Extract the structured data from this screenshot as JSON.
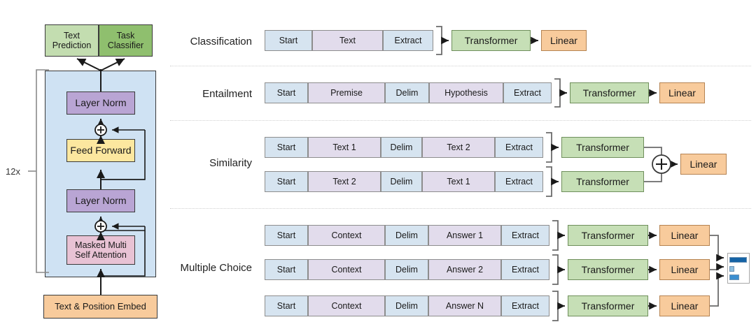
{
  "figure": {
    "left_panel": {
      "heads": [
        {
          "name": "text-prediction",
          "label": "Text\nPrediction",
          "color": "#c3ddb0"
        },
        {
          "name": "task-classifier",
          "label": "Task\nClassifier",
          "color": "#8fbf6e"
        }
      ],
      "repeat_label": "12x",
      "block_background": "#cfe2f3",
      "layers": [
        {
          "name": "layer-norm-top",
          "label": "Layer Norm",
          "color": "#b9a5d4"
        },
        {
          "name": "add-top",
          "label": "+",
          "color": "#ffffff"
        },
        {
          "name": "feed-forward",
          "label": "Feed Forward",
          "color": "#fce79f"
        },
        {
          "name": "layer-norm-bottom",
          "label": "Layer Norm",
          "color": "#b9a5d4"
        },
        {
          "name": "add-bottom",
          "label": "+",
          "color": "#ffffff"
        },
        {
          "name": "masked-attention",
          "label": "Masked Multi\nSelf Attention",
          "color": "#e8c2d4"
        }
      ],
      "embed": {
        "label": "Text & Position Embed",
        "color": "#f8cb9c"
      }
    },
    "common": {
      "transformer_label": "Transformer",
      "linear_label": "Linear",
      "plus_label": "+",
      "token_colors": {
        "delimiter": "#d6e4f0",
        "content": "#e2dcec"
      }
    },
    "tasks": [
      {
        "name": "classification",
        "label": "Classification",
        "rows": [
          {
            "tokens": [
              "Start",
              "Text",
              "Extract"
            ],
            "types": [
              "d",
              "c",
              "d"
            ]
          }
        ],
        "heads": [
          "Transformer",
          "Linear"
        ]
      },
      {
        "name": "entailment",
        "label": "Entailment",
        "rows": [
          {
            "tokens": [
              "Start",
              "Premise",
              "Delim",
              "Hypothesis",
              "Extract"
            ],
            "types": [
              "d",
              "c",
              "d",
              "c",
              "d"
            ]
          }
        ],
        "heads": [
          "Transformer",
          "Linear"
        ]
      },
      {
        "name": "similarity",
        "label": "Similarity",
        "rows": [
          {
            "tokens": [
              "Start",
              "Text 1",
              "Delim",
              "Text 2",
              "Extract"
            ],
            "types": [
              "d",
              "c",
              "d",
              "c",
              "d"
            ]
          },
          {
            "tokens": [
              "Start",
              "Text 2",
              "Delim",
              "Text 1",
              "Extract"
            ],
            "types": [
              "d",
              "c",
              "d",
              "c",
              "d"
            ]
          }
        ],
        "heads": [
          "Transformer",
          "Transformer",
          "+",
          "Linear"
        ]
      },
      {
        "name": "multiple-choice",
        "label": "Multiple Choice",
        "rows": [
          {
            "tokens": [
              "Start",
              "Context",
              "Delim",
              "Answer 1",
              "Extract"
            ],
            "types": [
              "d",
              "c",
              "d",
              "c",
              "d"
            ]
          },
          {
            "tokens": [
              "Start",
              "Context",
              "Delim",
              "Answer 2",
              "Extract"
            ],
            "types": [
              "d",
              "c",
              "d",
              "c",
              "d"
            ]
          },
          {
            "tokens": [
              "Start",
              "Context",
              "Delim",
              "Answer N",
              "Extract"
            ],
            "types": [
              "d",
              "c",
              "d",
              "c",
              "d"
            ]
          }
        ],
        "heads": [
          "Transformer",
          "Linear"
        ],
        "output_widget": {
          "name": "softmax-bar-chart",
          "bars": [
            {
              "value": 1.0,
              "color": "#1563a5"
            },
            {
              "value": 0.12,
              "color": "#8fc0e0"
            },
            {
              "value": 0.42,
              "color": "#3b8ed0"
            }
          ]
        }
      }
    ]
  }
}
